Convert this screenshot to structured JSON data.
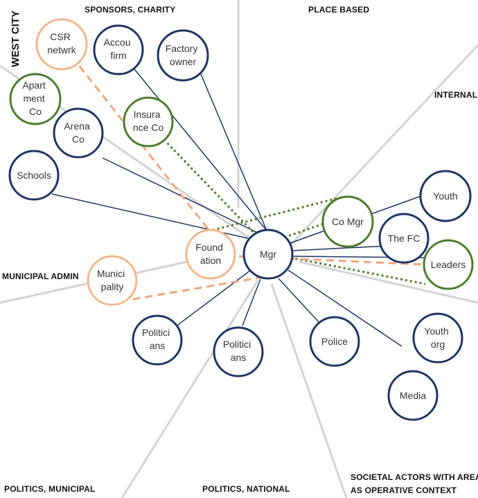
{
  "title": "WEST CITY",
  "colors": {
    "navy": "#1f3461",
    "green": "#4e7a2e",
    "peach": "#f0b88c",
    "peach_dash": "#eda67a",
    "sector_line": "#d3d3d3"
  },
  "sectors": {
    "sponsors": "SPONSORS, CHARITY",
    "place": "PLACE BASED",
    "internal": "INTERNAL",
    "municipal_admin": "MUNICIPAL ADMIN",
    "politics_municipal": "POLITICS, MUNICIPAL",
    "politics_national": "POLITICS, NATIONAL",
    "societal_line1": "SOCIETAL ACTORS WITH AREA",
    "societal_line2": "AS OPERATIVE CONTEXT"
  },
  "nodes": {
    "csr": [
      "CSR",
      "netwrk"
    ],
    "accou": [
      "Accou",
      "firm"
    ],
    "factory": [
      "Factory",
      "owner"
    ],
    "apartment": [
      "Apart",
      "ment",
      "Co"
    ],
    "arena": [
      "Arena",
      "Co"
    ],
    "insurance": [
      "Insura",
      "nce Co"
    ],
    "schools": [
      "Schools"
    ],
    "youth": [
      "Youth"
    ],
    "comgr": [
      "Co Mgr"
    ],
    "thefc": [
      "The FC"
    ],
    "mgr": [
      "Mgr"
    ],
    "foundation": [
      "Found",
      "ation"
    ],
    "leaders": [
      "Leaders"
    ],
    "municipality": [
      "Munici",
      "pality"
    ],
    "politicians_m": [
      "Politici",
      "ans"
    ],
    "politicians_n": [
      "Politici",
      "ans"
    ],
    "police": [
      "Police"
    ],
    "youthorg": [
      "Youth",
      "org"
    ],
    "media": [
      "Media"
    ]
  }
}
